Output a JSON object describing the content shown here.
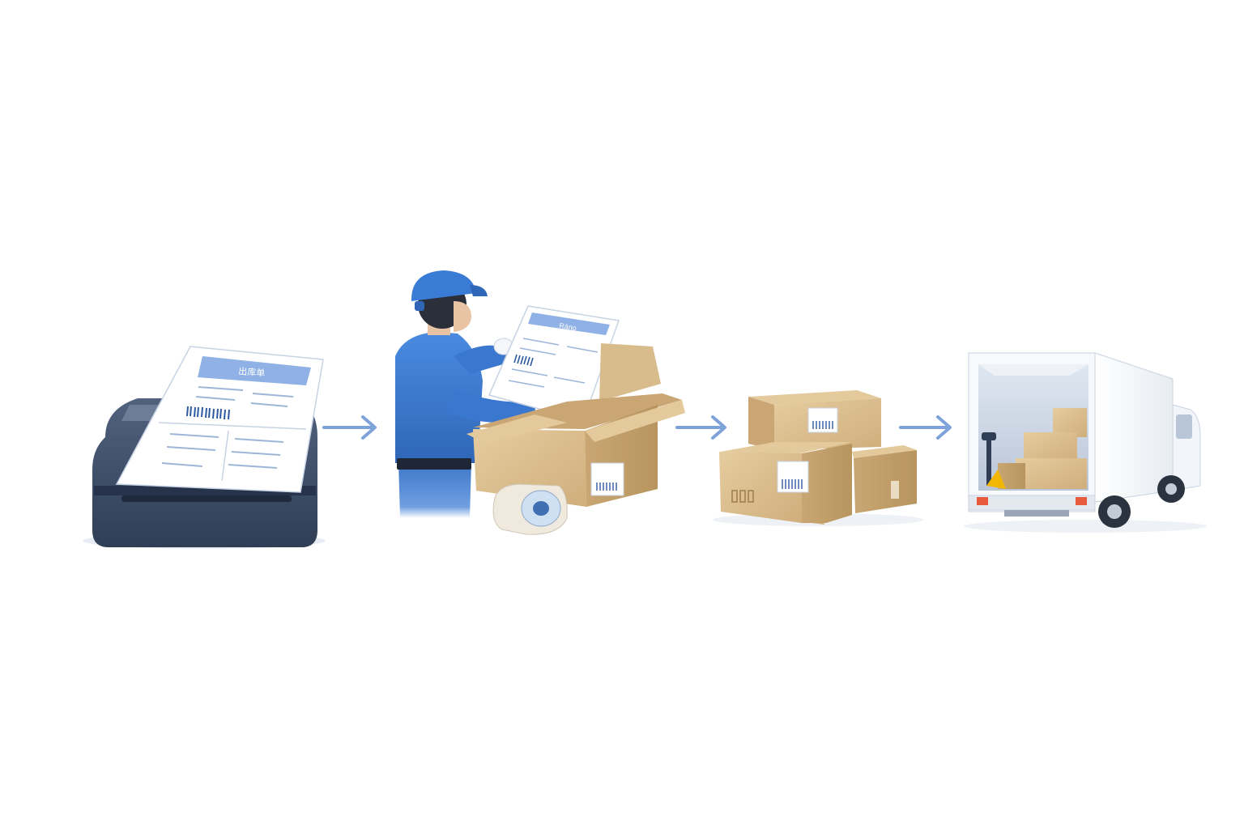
{
  "diagram": {
    "steps": [
      {
        "name": "printer",
        "doc_title": "出库单"
      },
      {
        "name": "packing",
        "sheet_title": "Ráno"
      },
      {
        "name": "packed-boxes"
      },
      {
        "name": "delivery-truck"
      }
    ],
    "arrows": 3
  },
  "colors": {
    "accent": "#7ea3db",
    "uniform": "#3f7fd4",
    "printer": "#3e4f6b",
    "cardboard": "#dcbf91",
    "doc_header": "#8fb1e5"
  },
  "icons": [
    "printer-icon",
    "worker-icon",
    "open-box-icon",
    "tape-dispenser-icon",
    "box-stack-icon",
    "truck-icon",
    "arrow-right-icon"
  ]
}
